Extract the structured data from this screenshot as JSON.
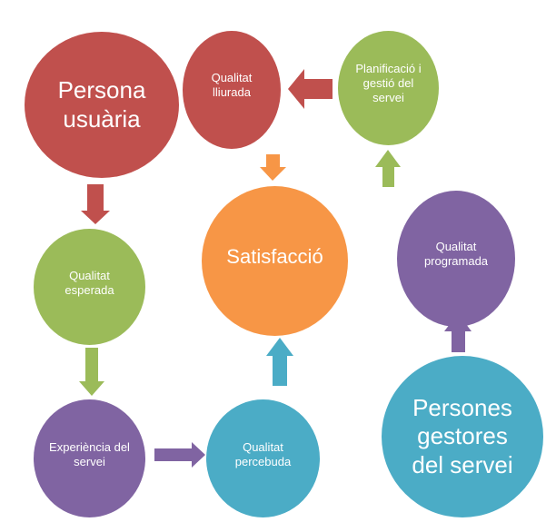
{
  "colors": {
    "red": "#C0504D",
    "green": "#9BBB59",
    "purple": "#8064A2",
    "orange": "#F79646",
    "teal": "#4BACC6"
  },
  "nodes": {
    "persona_usuaria": "Persona usuària",
    "qualitat_lliurada": "Qualitat lliurada",
    "planificacio": "Planificació i gestió del servei",
    "satisfaccio": "Satisfacció",
    "qualitat_programada": "Qualitat programada",
    "qualitat_esperada": "Qualitat esperada",
    "experiencia": "Experiència del servei",
    "qualitat_percebuda": "Qualitat percebuda",
    "persones_gestores": "Persones gestores del servei"
  }
}
